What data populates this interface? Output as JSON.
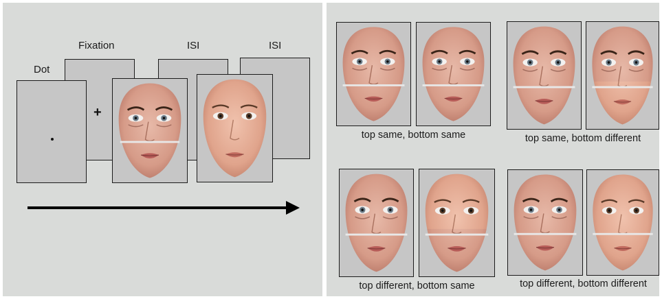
{
  "procedure": {
    "dot_label": "Dot",
    "fixation_label": "Fixation",
    "isi_label_1": "ISI",
    "isi_label_2": "ISI",
    "fixation_symbol": "+",
    "dot_symbol": "."
  },
  "conditions": [
    {
      "caption": "top same, bottom same"
    },
    {
      "caption": "top same, bottom different"
    },
    {
      "caption": "top different, bottom same"
    },
    {
      "caption": "top different, bottom different"
    }
  ]
}
